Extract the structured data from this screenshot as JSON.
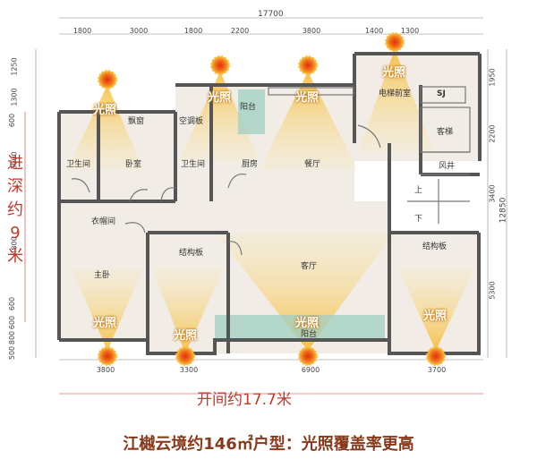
{
  "total_width": "17700",
  "total_depth": "12850",
  "top_dims": [
    "1800",
    "3000",
    "1800",
    "2200",
    "3800",
    "1400",
    "1300"
  ],
  "bottom_dims": [
    "3800",
    "3300",
    "6900",
    "3700"
  ],
  "left_dims": [
    "1250",
    "1300",
    "600",
    "3000",
    "4800",
    "600",
    "600",
    "800",
    "500"
  ],
  "right_dims": [
    "1950",
    "2200",
    "3400",
    "5300"
  ],
  "rooms": {
    "bay_window": "飘窗",
    "ac_panel": "空调板",
    "balcony": "阳台",
    "elevator_lobby": "电梯前室",
    "sj": "SJ",
    "passenger_elevator": "客梯",
    "wind_shaft": "风井",
    "up": "上",
    "down": "下",
    "bathroom_1": "卫生间",
    "bedroom": "卧室",
    "bathroom_2": "卫生间",
    "kitchen": "厨房",
    "dining": "餐厅",
    "closet": "衣帽间",
    "master_bedroom": "主卧",
    "structure_plate_1": "结构板",
    "living_room": "客厅",
    "structure_plate_2": "结构板",
    "balcony_bottom": "阳台"
  },
  "light_label": "光照",
  "depth_label": [
    "进",
    "深",
    "约",
    "9",
    "米"
  ],
  "width_label": "开间约17.7米",
  "caption": "江樾云境约146㎡户型：光照覆盖率更高",
  "colors": {
    "sun": "#f0a020",
    "sun_core": "#e04010",
    "ray": "#f7c450",
    "wall": "#555555",
    "room_fill": "#f1ede6",
    "accent": "#c0392b",
    "caption": "#8a3a1c",
    "glass": "#9fcfc3"
  }
}
